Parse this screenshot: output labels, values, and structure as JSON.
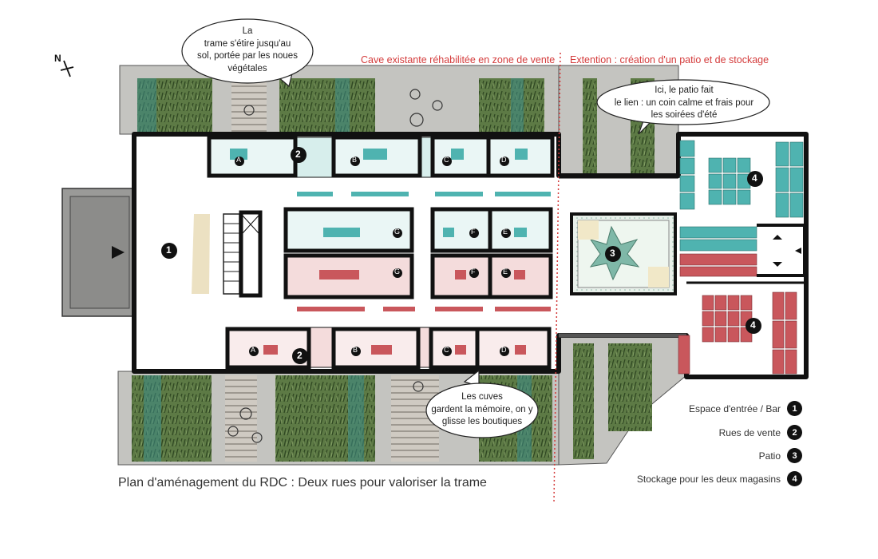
{
  "caption": "Plan d'aménagement du RDC : Deux rues pour valoriser la trame",
  "zones": {
    "existing": "Cave existante réhabilitée en zone de vente",
    "extension": "Extention : création d'un patio et de stockage"
  },
  "bubbles": {
    "top": "La\ntrame s'étire jusqu'au\nsol, portée par les noues\nvégétales",
    "patio": "Ici, le patio fait\nle lien : un coin calme et frais pour\nles soirées d'été",
    "bottom": "Les cuves\ngardent la mémoire, on y\nglisse les boutiques"
  },
  "legend": [
    {
      "label": "Espace d'entrée / Bar",
      "num": "1"
    },
    {
      "label": "Rues de vente",
      "num": "2"
    },
    {
      "label": "Patio",
      "num": "3"
    },
    {
      "label": "Stockage pour les deux magasins",
      "num": "4"
    }
  ],
  "markers": {
    "m1": "1",
    "m2a": "2",
    "m2b": "2",
    "m3": "3",
    "m4a": "4",
    "m4b": "4"
  },
  "cuves": {
    "top": [
      "A",
      "B",
      "C",
      "D"
    ],
    "bottom": [
      "A",
      "B",
      "C",
      "D"
    ],
    "mid_top": [
      "G",
      "F",
      "E"
    ],
    "mid_bottom": [
      "G",
      "F",
      "E"
    ]
  },
  "compass": "N",
  "colors": {
    "teal": "#4fb3b0",
    "red": "#c9575c",
    "green": "#4d6b3a",
    "wall": "#111111",
    "zone_line": "#d43b3b"
  }
}
